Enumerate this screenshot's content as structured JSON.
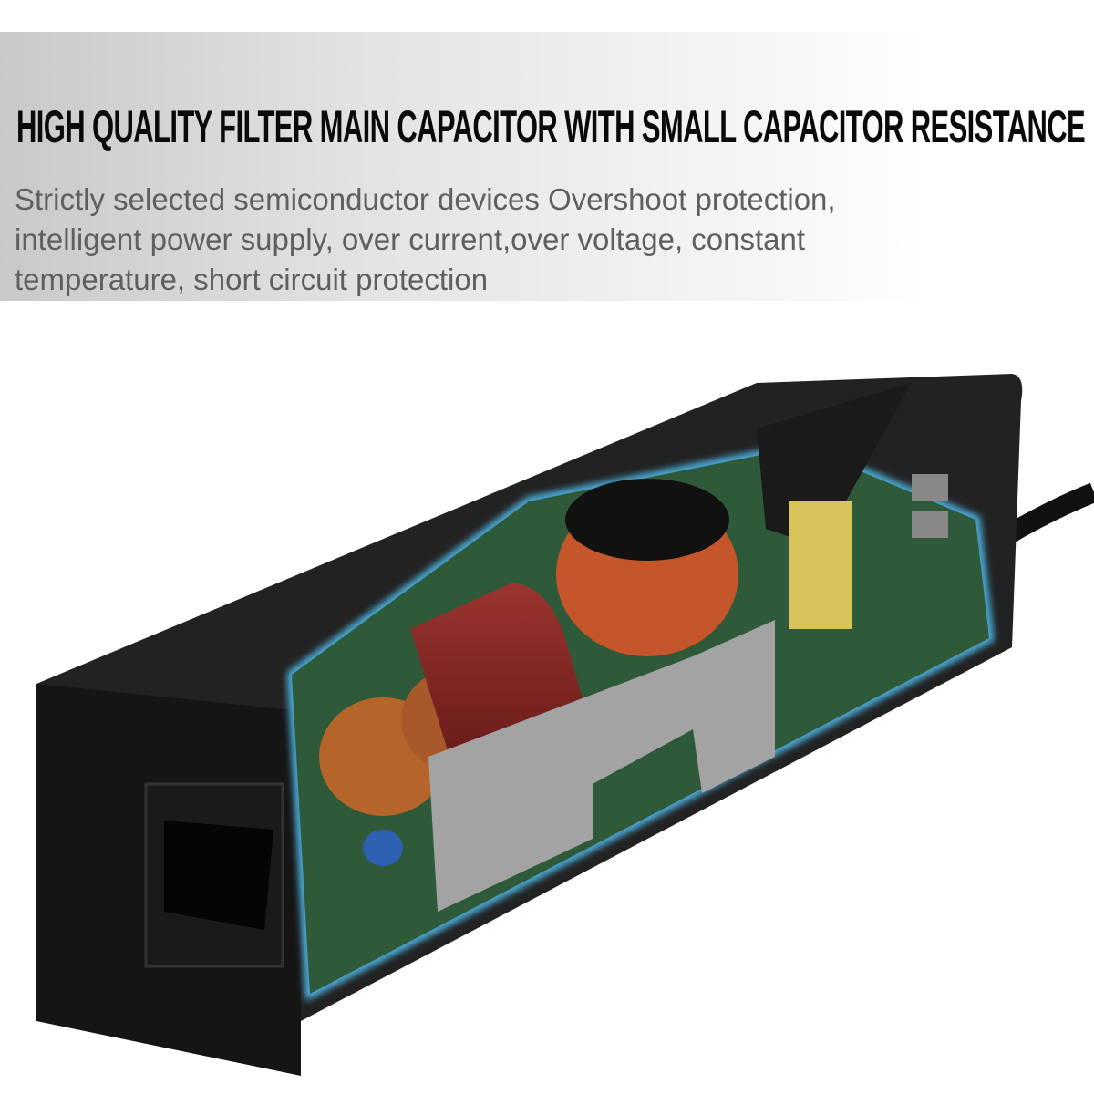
{
  "banner": {
    "title": "HIGH QUALITY FILTER MAIN CAPACITOR WITH SMALL CAPACITOR RESISTANCE",
    "description_lines": [
      "Strictly selected semiconductor devices Overshoot protection,",
      "intelligent power supply, over current,over voltage, constant",
      "temperature, short circuit protection"
    ]
  },
  "colors": {
    "casing": "#1e1e1e",
    "glow": "#4fb8e8",
    "pcb": "#2f5a3a",
    "capacitor": "#7a1f1c",
    "coil": "#b5652a"
  }
}
